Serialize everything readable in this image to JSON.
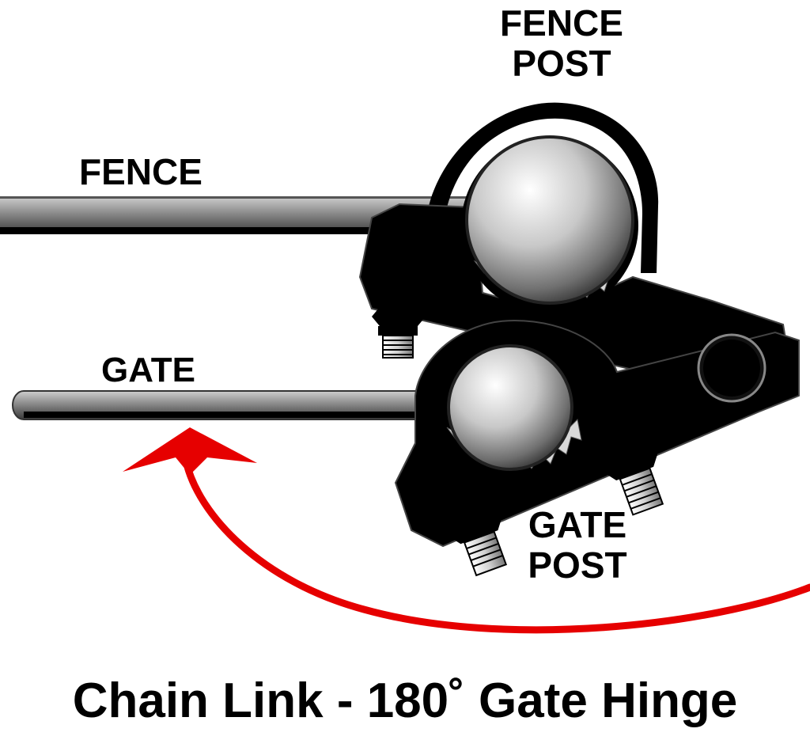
{
  "labels": {
    "fence_post": [
      "FENCE",
      "POST"
    ],
    "fence": "FENCE",
    "gate": "GATE",
    "gate_post": [
      "GATE",
      "POST"
    ]
  },
  "caption": "Chain Link - 180˚ Gate Hinge",
  "colors": {
    "arrow": "#e60000",
    "hinge": "#000000",
    "rail": "#777777",
    "background": "#ffffff"
  }
}
